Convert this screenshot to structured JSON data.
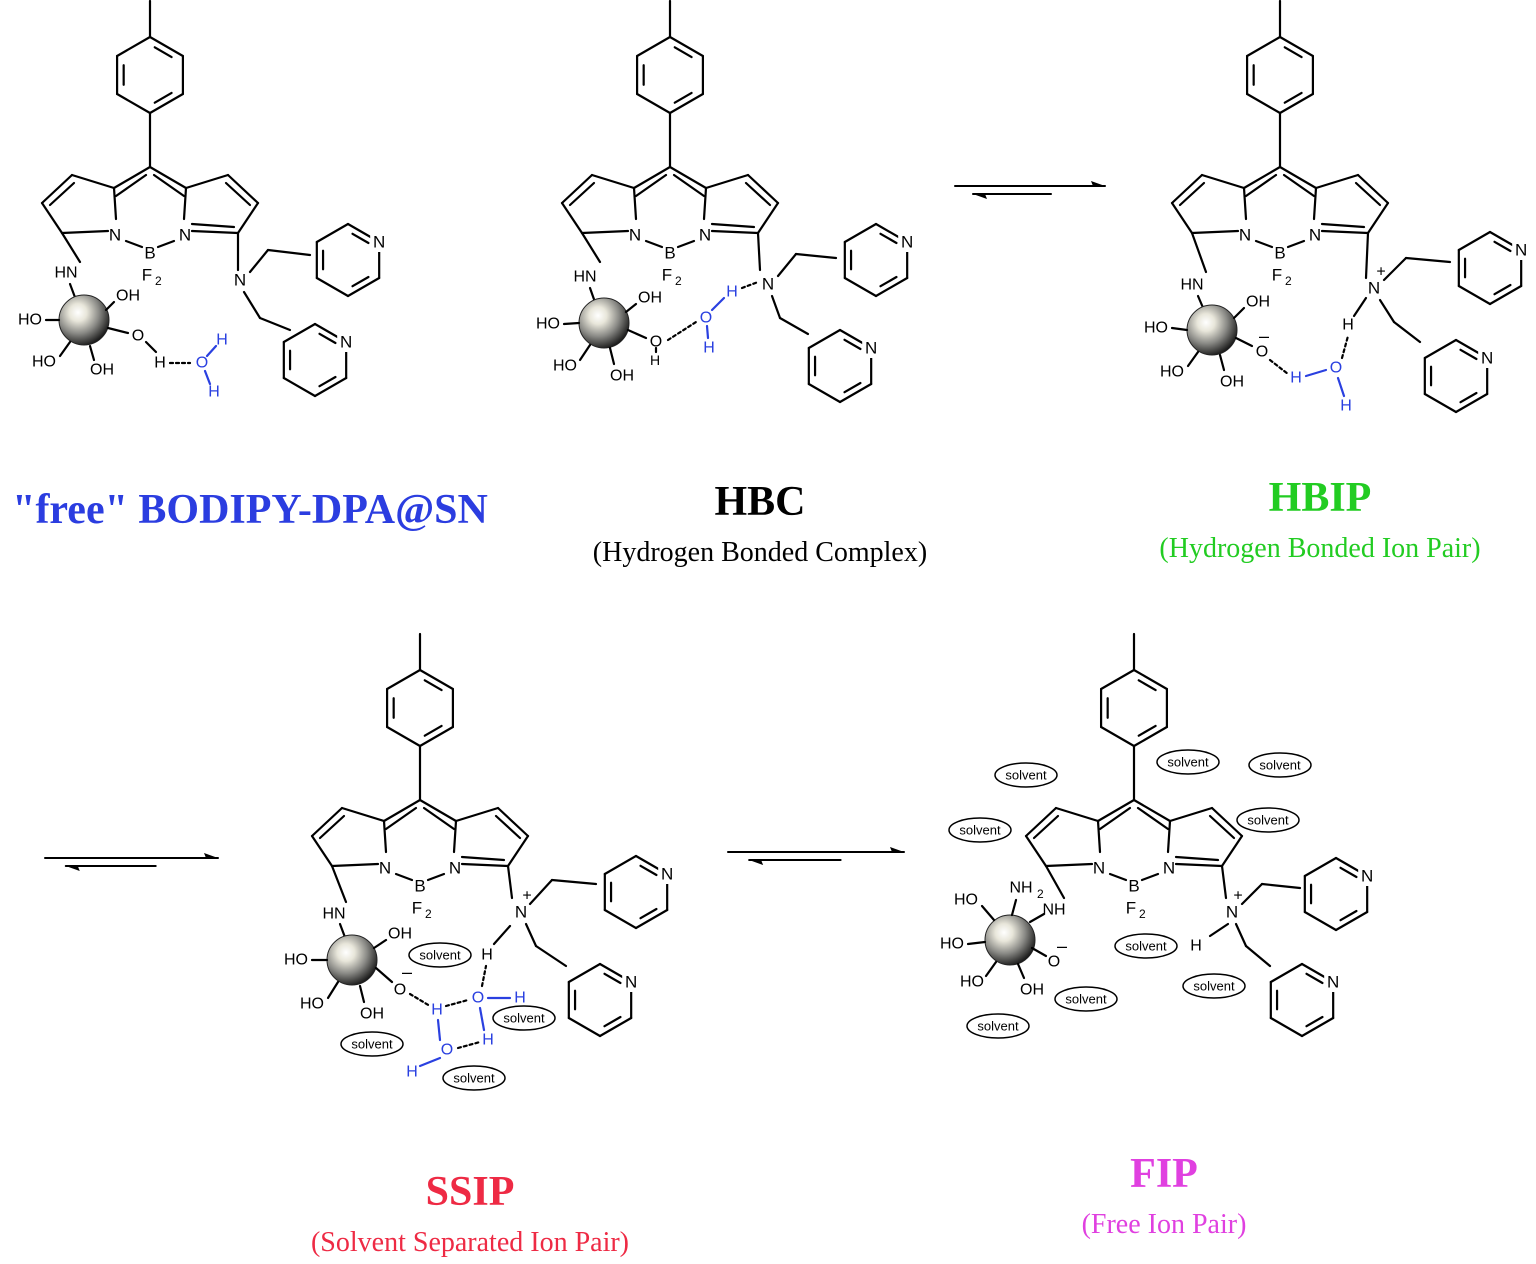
{
  "colors": {
    "ink": "#000000",
    "water": "#2a40e0",
    "free": "#2b3de0",
    "hbc": "#000000",
    "hbip": "#22cc22",
    "ssip": "#ee2a44",
    "fip": "#e040e0"
  },
  "species": [
    {
      "key": "free",
      "title": "\"free\" BODIPY-DPA@SN",
      "subtitle": ""
    },
    {
      "key": "hbc",
      "title": "HBC",
      "subtitle": "(Hydrogen Bonded Complex)"
    },
    {
      "key": "hbip",
      "title": "HBIP",
      "subtitle": "(Hydrogen Bonded Ion Pair)"
    },
    {
      "key": "ssip",
      "title": "SSIP",
      "subtitle": "(Solvent Separated Ion Pair)"
    },
    {
      "key": "fip",
      "title": "FIP",
      "subtitle": "(Free Ion Pair)"
    }
  ],
  "atoms": {
    "n": "N",
    "b": "B",
    "f2": "F2",
    "hn": "HN",
    "nh": "NH",
    "nh2": "NH2",
    "oh": "OH",
    "ho": "HO",
    "o": "O",
    "h": "H",
    "n_plus": "+",
    "o_minus": "–"
  },
  "solvent_label": "solvent",
  "equilibria": [
    "HBC ⇌ HBIP",
    "HBIP ⇌ SSIP",
    "SSIP ⇌ FIP"
  ]
}
